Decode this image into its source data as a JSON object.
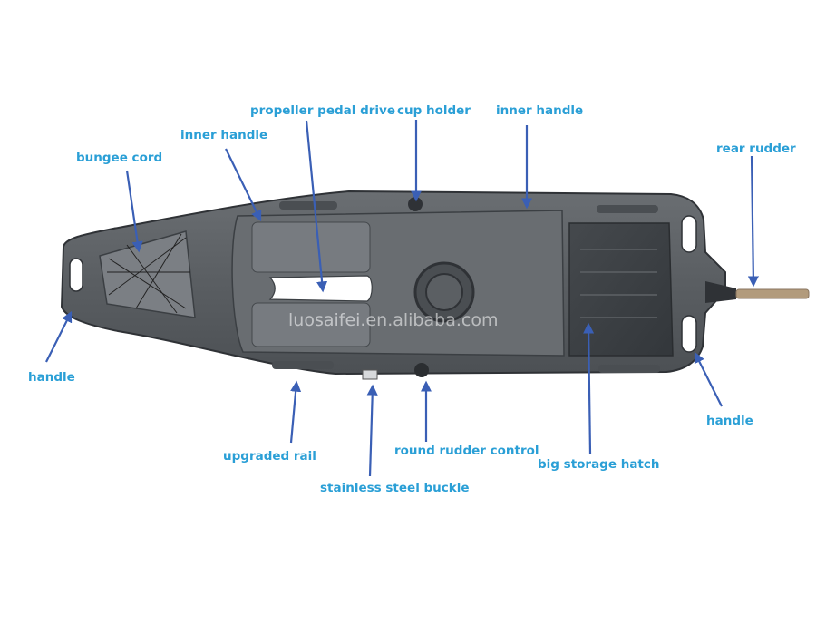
{
  "colors": {
    "label_text": "#2a9fd6",
    "arrow": "#3a5fb5",
    "hull_body": "#5e6266",
    "hull_dark": "#3b3f43",
    "deck_light": "#7b7f84",
    "rudder_blade": "#b29b7c"
  },
  "watermark": "luosaifei.en.alibaba.com",
  "labels": {
    "bungee_cord": "bungee cord",
    "inner_handle_left": "inner handle",
    "propeller_pedal_drive": "propeller pedal drive",
    "cup_holder": "cup holder",
    "inner_handle_right": "inner handle",
    "rear_rudder": "rear rudder",
    "handle_left": "handle",
    "handle_right": "handle",
    "upgraded_rail": "upgraded rail",
    "stainless_steel_buckle": "stainless steel buckle",
    "round_rudder_control": "round rudder control",
    "big_storage_hatch": "big storage hatch"
  }
}
